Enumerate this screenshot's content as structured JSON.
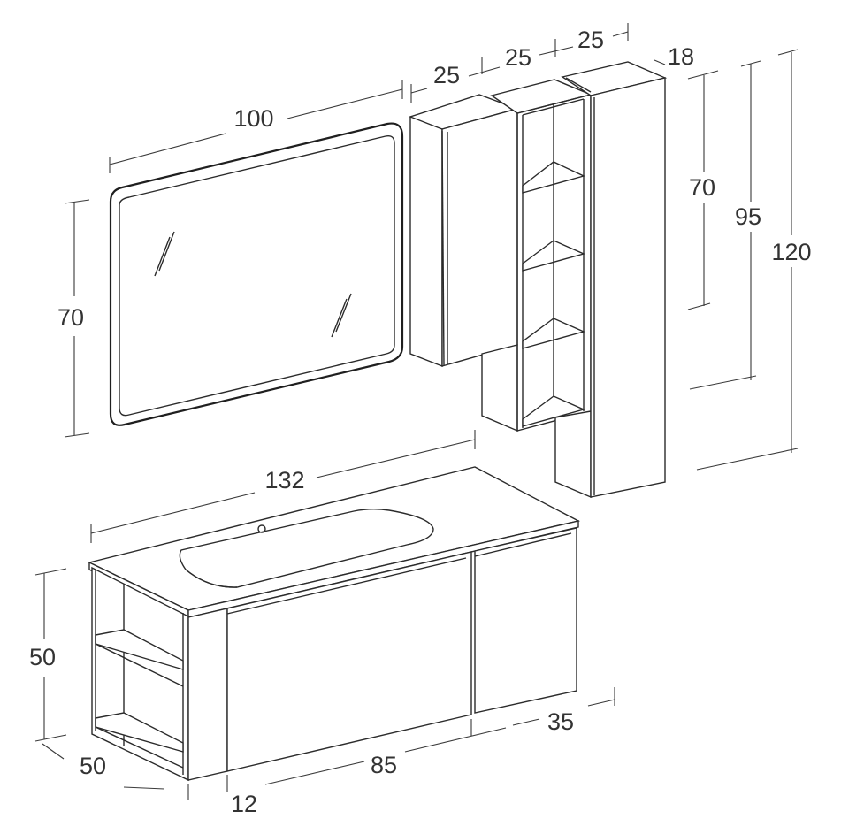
{
  "dimensions": {
    "mirror_width": "100",
    "mirror_height": "70",
    "wall_unit_1_width": "25",
    "wall_unit_2_width": "25",
    "wall_unit_3_width": "25",
    "column_depth": "18",
    "height_70": "70",
    "height_95": "95",
    "height_120": "120",
    "base_width": "132",
    "base_height": "50",
    "base_depth": "50",
    "open_shelf_width": "12",
    "drawer_width": "85",
    "door_width": "35"
  },
  "colors": {
    "line": "#2b2b2b",
    "background": "#ffffff"
  }
}
